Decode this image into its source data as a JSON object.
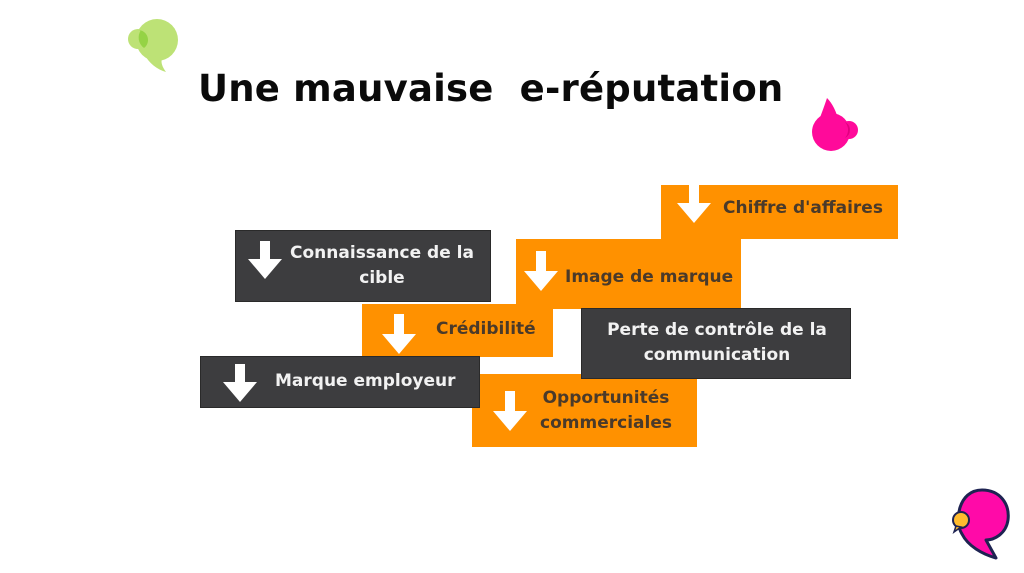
{
  "slide": {
    "title": "Une mauvaise  e-réputation"
  },
  "colors": {
    "orange": "#ff9100",
    "dark": "#3d3d3f",
    "arrow": "#ffffff",
    "bubble_green": "#bde276",
    "bubble_pink": "#ff0a9a",
    "bubble_yellow": "#ffbb2e",
    "bubble_navy": "#1e2352"
  },
  "diagram": {
    "boxes": [
      {
        "id": "chiffre",
        "label": "Chiffre d'affaires",
        "style": "orange",
        "icon": "down-arrow-icon"
      },
      {
        "id": "connaissance",
        "label_line1": "Connaissance de la",
        "label_line2": "cible",
        "style": "dark",
        "icon": "down-arrow-icon"
      },
      {
        "id": "image",
        "label": "Image de marque",
        "style": "orange",
        "icon": "down-arrow-icon"
      },
      {
        "id": "credibilite",
        "label": "Crédibilité",
        "style": "orange",
        "icon": "down-arrow-icon"
      },
      {
        "id": "perte",
        "label_line1": "Perte de contrôle de la",
        "label_line2": "communication",
        "style": "dark",
        "icon": "none"
      },
      {
        "id": "marque-employeur",
        "label": "Marque employeur",
        "style": "dark",
        "icon": "down-arrow-icon"
      },
      {
        "id": "opportunites",
        "label_line1": "Opportunités",
        "label_line2": "commerciales",
        "style": "orange",
        "icon": "down-arrow-icon"
      }
    ]
  },
  "decorations": [
    {
      "name": "green-speech-bubble-icon"
    },
    {
      "name": "pink-speech-bubble-icon"
    },
    {
      "name": "logo-speech-bubble-icon"
    }
  ]
}
